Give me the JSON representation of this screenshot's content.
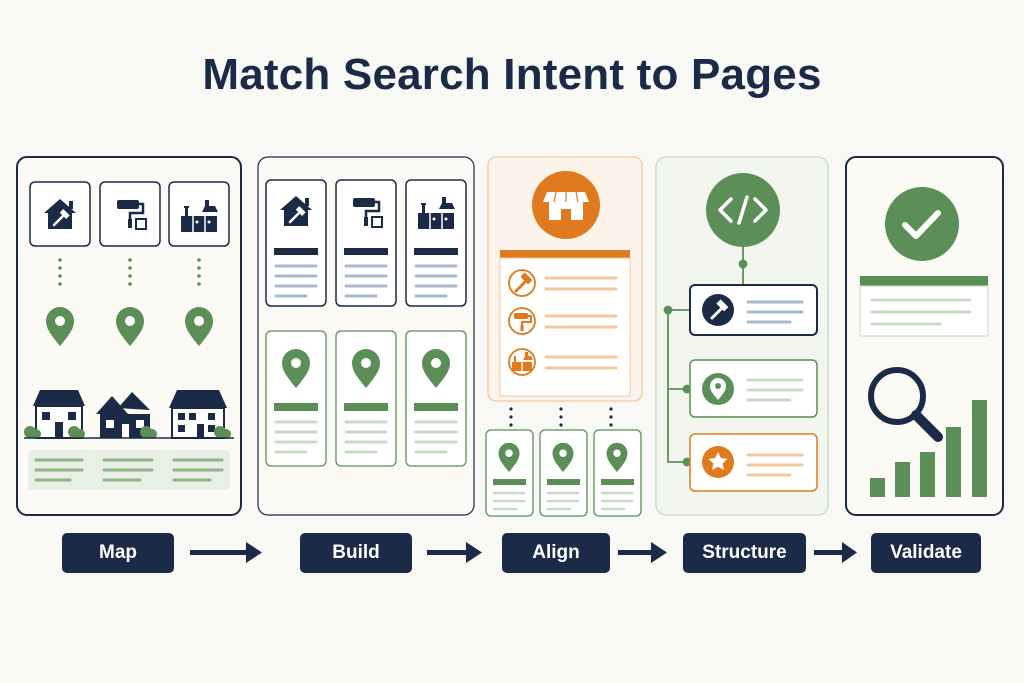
{
  "title": "Match Search Intent to Pages",
  "steps": [
    "Map",
    "Build",
    "Align",
    "Structure",
    "Validate"
  ],
  "colors": {
    "navy": "#1b2a47",
    "green": "#5b8f57",
    "orange": "#e07a1f",
    "green_light": "#dde8d9",
    "orange_light": "#f6dcc0",
    "blue_line": "#a9b8d0"
  },
  "icons": {
    "services": [
      "house-hammer-icon",
      "paint-roller-icon",
      "kitchen-icon"
    ],
    "location": "map-pin-icon",
    "store": "storefront-icon",
    "schema": "code-brackets-icon",
    "rating": "star-icon",
    "check": "checkmark-icon",
    "search": "magnifier-icon"
  }
}
